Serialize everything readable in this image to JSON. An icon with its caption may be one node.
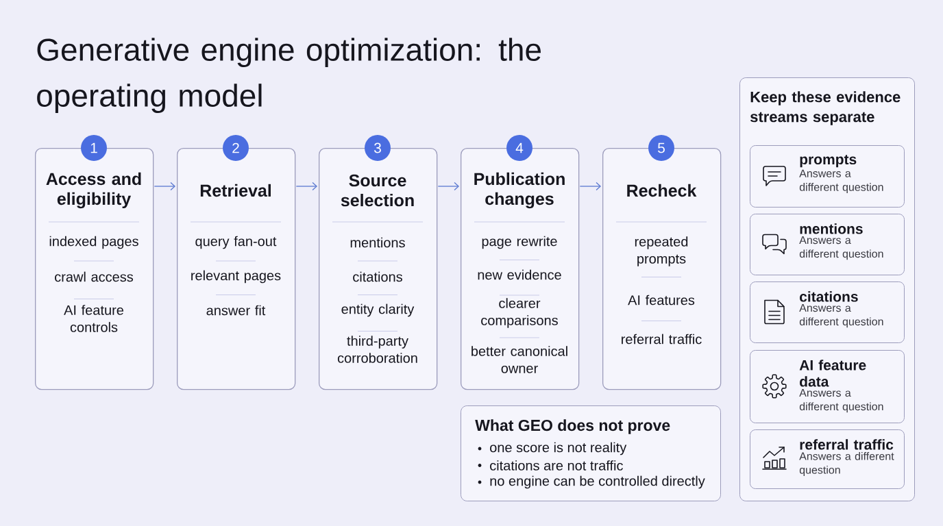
{
  "diagram": {
    "title": "Generative engine optimization: the operating model",
    "nodes": [
      {
        "text": [
          "Access and eligibility",
          "indexed pages",
          "crawl access",
          "AI feature controls"
        ],
        "beside": [
          "1"
        ]
      },
      {
        "text": [
          "Retrieval",
          "query fan-out",
          "relevant pages",
          "answer fit"
        ],
        "beside": [
          "2"
        ]
      },
      {
        "text": [
          "Source selection",
          "mentions",
          "citations",
          "entity clarity",
          "third-party corroboration"
        ],
        "beside": [
          "3"
        ]
      },
      {
        "text": [
          "Publication changes",
          "page rewrite",
          "new evidence",
          "clearer comparisons",
          "better canonical owner"
        ],
        "beside": [
          "4"
        ]
      },
      {
        "text": [
          "Recheck",
          "repeated prompts",
          "AI features",
          "referral traffic"
        ],
        "beside": [
          "5"
        ]
      },
      {
        "text": [
          "What GEO does not prove",
          "one score is not reality",
          "citations are not traffic",
          "no engine can be controlled directly"
        ]
      },
      {
        "text": [
          "Keep these evidence streams separate"
        ]
      },
      {
        "text": [
          "prompts",
          "Answers a different question"
        ],
        "in": 6
      },
      {
        "text": [
          "mentions",
          "Answers a different question"
        ],
        "in": 6
      },
      {
        "text": [
          "citations",
          "Answers a different question"
        ],
        "in": 6
      },
      {
        "text": [
          "AI feature data",
          "Answers a different question"
        ],
        "in": 6
      },
      {
        "text": [
          "referral traffic",
          "Answers a different question"
        ],
        "in": 6
      }
    ],
    "edges": [
      {
        "from": 0,
        "to": 1,
        "arrow": "to"
      },
      {
        "from": 1,
        "to": 2,
        "arrow": "to"
      },
      {
        "from": 2,
        "to": 3,
        "arrow": "to"
      },
      {
        "from": 3,
        "to": 4,
        "arrow": "to"
      }
    ]
  }
}
